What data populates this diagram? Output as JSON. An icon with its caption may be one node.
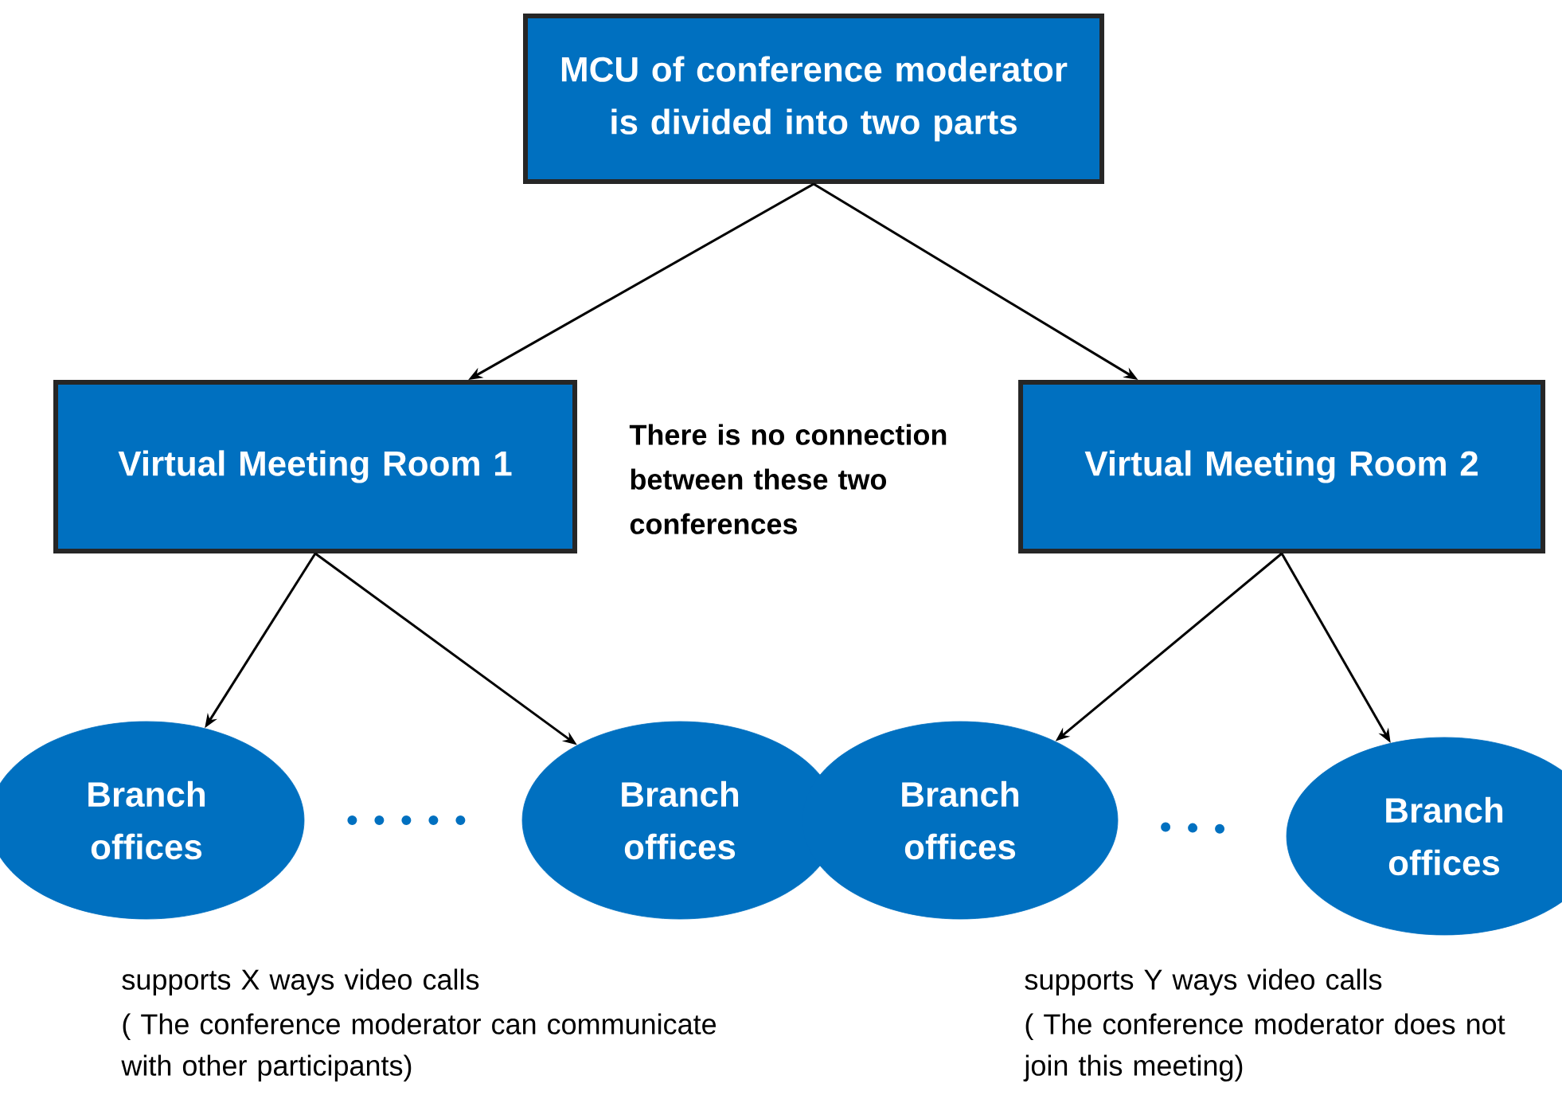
{
  "diagram": {
    "nodes": [
      {
        "text": [
          "MCU of conference moderator is divided into two parts"
        ]
      },
      {
        "text": [
          "Virtual Meeting Room 1"
        ]
      },
      {
        "text": [
          "Virtual Meeting Room 2"
        ]
      },
      {
        "text": [
          "Branch offices"
        ]
      },
      {
        "text": [
          "Branch offices"
        ]
      },
      {
        "text": [
          "Branch offices"
        ]
      },
      {
        "text": [
          "Branch offices"
        ]
      }
    ],
    "edges": [
      {
        "from": 0,
        "to": 1,
        "arrow": "to"
      },
      {
        "from": 0,
        "to": 2,
        "arrow": "to"
      },
      {
        "from": 1,
        "to": 3,
        "arrow": "to"
      },
      {
        "from": 1,
        "to": 4,
        "arrow": "to"
      },
      {
        "from": 2,
        "to": 5,
        "arrow": "to"
      },
      {
        "from": 2,
        "to": 6,
        "arrow": "to"
      },
      {
        "from": 3,
        "to": 4,
        "arrow": "none",
        "style": "dashed",
        "color": "#0070c0"
      },
      {
        "from": 5,
        "to": 6,
        "arrow": "none",
        "style": "dashed",
        "color": "#0070c0"
      }
    ],
    "labels": [
      "There is no connection between these two conferences",
      "supports X ways video calls",
      "( The conference moderator can communicate with other participants)",
      "supports Y ways video calls",
      "( The conference moderator does not join this meeting)"
    ]
  }
}
